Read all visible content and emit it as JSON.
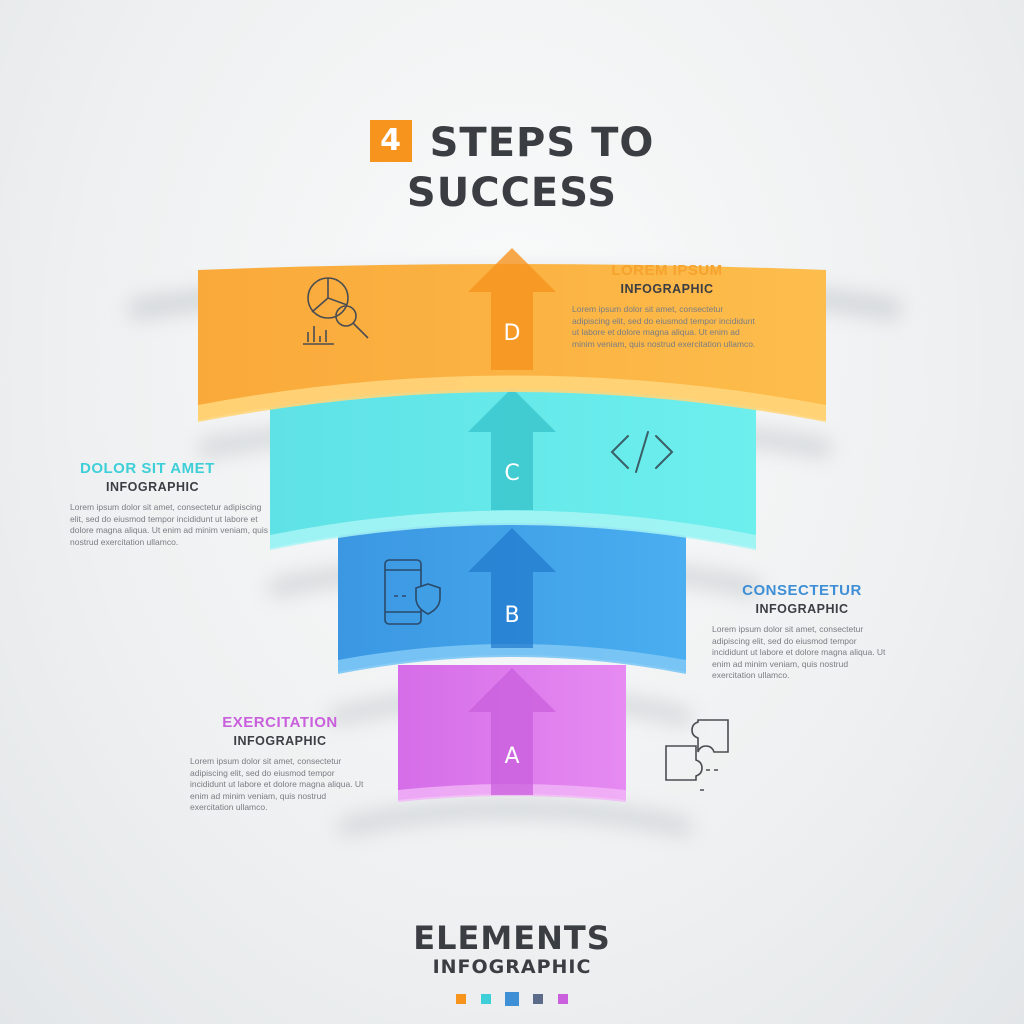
{
  "title": {
    "badge": "4",
    "line1": "STEPS TO",
    "line2": "SUCCESS"
  },
  "colors": {
    "orange": "#f6a22e",
    "cyan": "#5fe3e6",
    "blue": "#3f9ee4",
    "purple": "#dc78ec",
    "dark": "#3a3d42"
  },
  "steps": [
    {
      "letter": "A",
      "icon": "puzzle-icon",
      "color": "#dc78ec"
    },
    {
      "letter": "B",
      "icon": "smartphone-shield-icon",
      "color": "#3f9ee4"
    },
    {
      "letter": "C",
      "icon": "code-brackets-icon",
      "color": "#5fe3e6"
    },
    {
      "letter": "D",
      "icon": "pie-chart-magnifier-icon",
      "color": "#f6a22e"
    }
  ],
  "captions": {
    "d": {
      "heading": "LOREM IPSUM",
      "sub": "INFOGRAPHIC",
      "color": "#f6a22e",
      "body": "Lorem ipsum dolor sit amet, consectetur adipiscing elit, sed do eiusmod tempor incididunt ut labore et dolore magna aliqua. Ut enim ad minim veniam, quis nostrud exercitation ullamco."
    },
    "c": {
      "heading": "DOLOR SIT AMET",
      "sub": "INFOGRAPHIC",
      "color": "#3fcfd8",
      "body": "Lorem ipsum dolor sit amet, consectetur adipiscing elit, sed do eiusmod tempor incididunt ut labore et dolore magna aliqua. Ut enim ad minim veniam, quis nostrud exercitation ullamco."
    },
    "b": {
      "heading": "CONSECTETUR",
      "sub": "INFOGRAPHIC",
      "color": "#3f8fd6",
      "body": "Lorem ipsum dolor sit amet, consectetur adipiscing elit, sed do eiusmod tempor incididunt ut labore et dolore magna aliqua. Ut enim ad minim veniam, quis nostrud exercitation ullamco."
    },
    "a": {
      "heading": "EXERCITATION",
      "sub": "INFOGRAPHIC",
      "color": "#c95fdc",
      "body": "Lorem ipsum dolor sit amet, consectetur adipiscing elit, sed do eiusmod tempor incididunt ut labore et dolore magna aliqua. Ut enim ad minim veniam, quis nostrud exercitation ullamco."
    }
  },
  "footer": {
    "main": "ELEMENTS",
    "sub": "INFOGRAPHIC",
    "dot_colors": [
      "#f6941e",
      "#3fcfd8",
      "#3f8fd6",
      "#5c6b8a",
      "#c95fdc"
    ]
  }
}
